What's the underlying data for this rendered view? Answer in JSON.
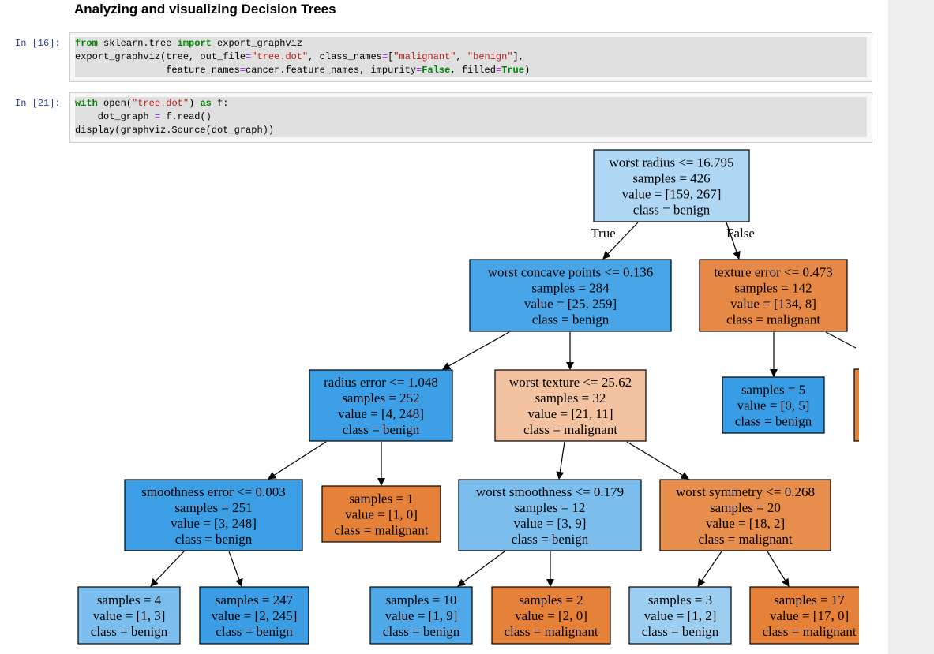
{
  "notebook": {
    "heading": "Analyzing and visualizing Decision Trees",
    "cells": [
      {
        "prompt": "In [16]:",
        "lines": [
          [
            [
              "kw",
              "from"
            ],
            [
              "t",
              " sklearn.tree "
            ],
            [
              "kw",
              "import"
            ],
            [
              "t",
              " export_graphviz"
            ]
          ],
          [
            [
              "t",
              "export_graphviz(tree, out_file"
            ],
            [
              "op",
              "="
            ],
            [
              "str",
              "\"tree.dot\""
            ],
            [
              "t",
              ", class_names"
            ],
            [
              "op",
              "="
            ],
            [
              "t",
              "["
            ],
            [
              "str",
              "\"malignant\""
            ],
            [
              "t",
              ", "
            ],
            [
              "str",
              "\"benign\""
            ],
            [
              "t",
              "],"
            ]
          ],
          [
            [
              "t",
              "                feature_names"
            ],
            [
              "op",
              "="
            ],
            [
              "t",
              "cancer.feature_names, impurity"
            ],
            [
              "op",
              "="
            ],
            [
              "bool",
              "False"
            ],
            [
              "t",
              ", filled"
            ],
            [
              "op",
              "="
            ],
            [
              "bool",
              "True"
            ],
            [
              "t",
              ")"
            ]
          ]
        ]
      },
      {
        "prompt": "In [21]:",
        "lines": [
          [
            [
              "kw",
              "with"
            ],
            [
              "t",
              " open("
            ],
            [
              "str",
              "\"tree.dot\""
            ],
            [
              "t",
              ") "
            ],
            [
              "kw",
              "as"
            ],
            [
              "t",
              " f:"
            ]
          ],
          [
            [
              "t",
              "    dot_graph "
            ],
            [
              "op",
              "="
            ],
            [
              "t",
              " f.read()"
            ]
          ],
          [
            [
              "t",
              "display(graphviz.Source(dot_graph))"
            ]
          ]
        ]
      }
    ]
  },
  "tree": {
    "edge_labels": {
      "true": "True",
      "false": "False"
    },
    "nodes": [
      {
        "id": "n0",
        "fill": "#afd7f4",
        "lines": [
          "worst radius <= 16.795",
          "samples = 426",
          "value = [159, 267]",
          "class = benign"
        ]
      },
      {
        "id": "n1",
        "fill": "#48a5e7",
        "lines": [
          "worst concave points <= 0.136",
          "samples = 284",
          "value = [25, 259]",
          "class = benign"
        ]
      },
      {
        "id": "n2",
        "fill": "#e78946",
        "lines": [
          "texture error <= 0.473",
          "samples = 142",
          "value = [134, 8]",
          "class = malignant"
        ]
      },
      {
        "id": "n3",
        "fill": "#3d9fe6",
        "lines": [
          "radius error <= 1.048",
          "samples = 252",
          "value = [4, 248]",
          "class = benign"
        ]
      },
      {
        "id": "n4",
        "fill": "#f3c3a1",
        "lines": [
          "worst texture <= 25.62",
          "samples = 32",
          "value = [21, 11]",
          "class = malignant"
        ]
      },
      {
        "id": "n5",
        "fill": "#399de5",
        "lines": [
          "samples = 5",
          "value = [0, 5]",
          "class = benign"
        ]
      },
      {
        "id": "n6",
        "fill": "#3c9fe5",
        "lines": [
          "smoothness error <= 0.003",
          "samples = 251",
          "value = [3, 248]",
          "class = benign"
        ]
      },
      {
        "id": "n7",
        "fill": "#e58139",
        "lines": [
          "samples = 1",
          "value = [1, 0]",
          "class = malignant"
        ]
      },
      {
        "id": "n8",
        "fill": "#7bbeee",
        "lines": [
          "worst smoothness <= 0.179",
          "samples = 12",
          "value = [3, 9]",
          "class = benign"
        ]
      },
      {
        "id": "n9",
        "fill": "#e88e4d",
        "lines": [
          "worst symmetry <= 0.268",
          "samples = 20",
          "value = [18, 2]",
          "class = malignant"
        ]
      },
      {
        "id": "n10",
        "fill": "#7bbeee",
        "lines": [
          "samples = 4",
          "value = [1, 3]",
          "class = benign"
        ]
      },
      {
        "id": "n11",
        "fill": "#3b9ee5",
        "lines": [
          "samples = 247",
          "value = [2, 245]",
          "class = benign"
        ]
      },
      {
        "id": "n12",
        "fill": "#4fa8e8",
        "lines": [
          "samples = 10",
          "value = [1, 9]",
          "class = benign"
        ]
      },
      {
        "id": "n13",
        "fill": "#e58139",
        "lines": [
          "samples = 2",
          "value = [2, 0]",
          "class = malignant"
        ]
      },
      {
        "id": "n14",
        "fill": "#9ccef2",
        "lines": [
          "samples = 3",
          "value = [1, 2]",
          "class = benign"
        ]
      },
      {
        "id": "n15",
        "fill": "#e58139",
        "lines": [
          "samples = 17",
          "value = [17, 0]",
          "class = malignant"
        ]
      },
      {
        "id": "n16",
        "fill": "#e58139",
        "lines": []
      }
    ]
  }
}
